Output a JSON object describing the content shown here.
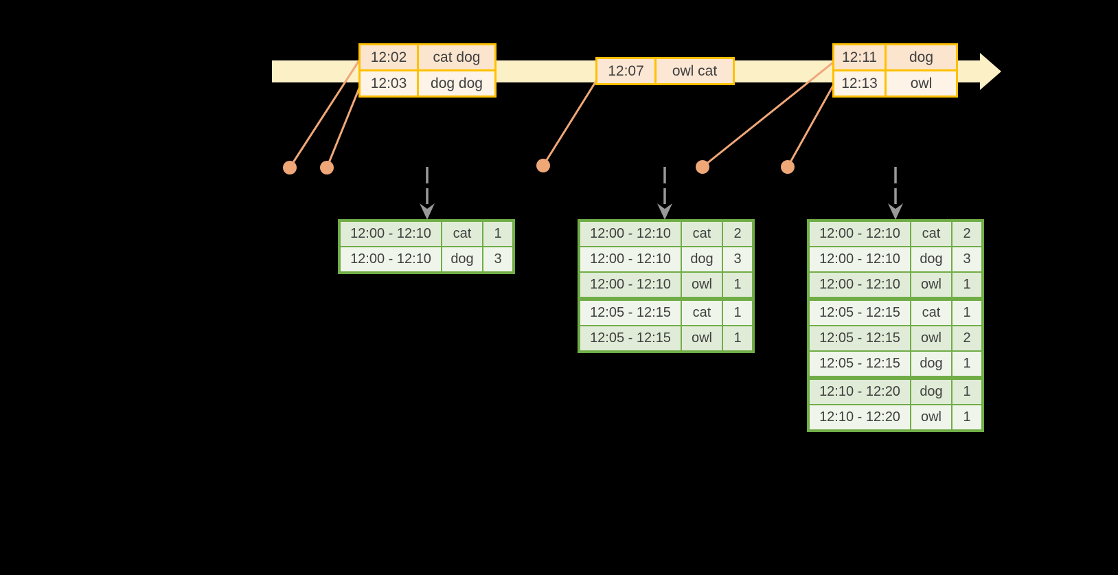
{
  "colors": {
    "background": "#000000",
    "timeline_fill": "#FCF0C6",
    "event_table_border": "#FFC000",
    "event_row_dark": "#FBE5CE",
    "event_row_light": "#FDF3E7",
    "event_single_row": "#FBE7D3",
    "connector_salmon": "#F0A778",
    "result_table_border": "#70AD47",
    "result_row_dark": "#E1ECD8",
    "result_row_light": "#F0F5EB",
    "dashed_arrow_gray": "#999999",
    "text": "#3F3F3F"
  },
  "event_tables": [
    {
      "rows": [
        {
          "time": "12:02",
          "words": "cat dog"
        },
        {
          "time": "12:03",
          "words": "dog dog"
        }
      ]
    },
    {
      "rows": [
        {
          "time": "12:07",
          "words": "owl cat"
        }
      ]
    },
    {
      "rows": [
        {
          "time": "12:11",
          "words": "dog"
        },
        {
          "time": "12:13",
          "words": "owl"
        }
      ]
    }
  ],
  "result_tables": [
    {
      "rows": [
        {
          "window": "12:00 - 12:10",
          "word": "cat",
          "count": "1"
        },
        {
          "window": "12:00 - 12:10",
          "word": "dog",
          "count": "3"
        }
      ]
    },
    {
      "rows": [
        {
          "window": "12:00 - 12:10",
          "word": "cat",
          "count": "2"
        },
        {
          "window": "12:00 - 12:10",
          "word": "dog",
          "count": "3"
        },
        {
          "window": "12:00 - 12:10",
          "word": "owl",
          "count": "1"
        },
        {
          "window": "12:05 - 12:15",
          "word": "cat",
          "count": "1"
        },
        {
          "window": "12:05 - 12:15",
          "word": "owl",
          "count": "1"
        }
      ]
    },
    {
      "rows": [
        {
          "window": "12:00 - 12:10",
          "word": "cat",
          "count": "2"
        },
        {
          "window": "12:00 - 12:10",
          "word": "dog",
          "count": "3"
        },
        {
          "window": "12:00 - 12:10",
          "word": "owl",
          "count": "1"
        },
        {
          "window": "12:05 - 12:15",
          "word": "cat",
          "count": "1"
        },
        {
          "window": "12:05 - 12:15",
          "word": "owl",
          "count": "2"
        },
        {
          "window": "12:05 - 12:15",
          "word": "dog",
          "count": "1"
        },
        {
          "window": "12:10 - 12:20",
          "word": "dog",
          "count": "1"
        },
        {
          "window": "12:10 - 12:20",
          "word": "owl",
          "count": "1"
        }
      ]
    }
  ]
}
